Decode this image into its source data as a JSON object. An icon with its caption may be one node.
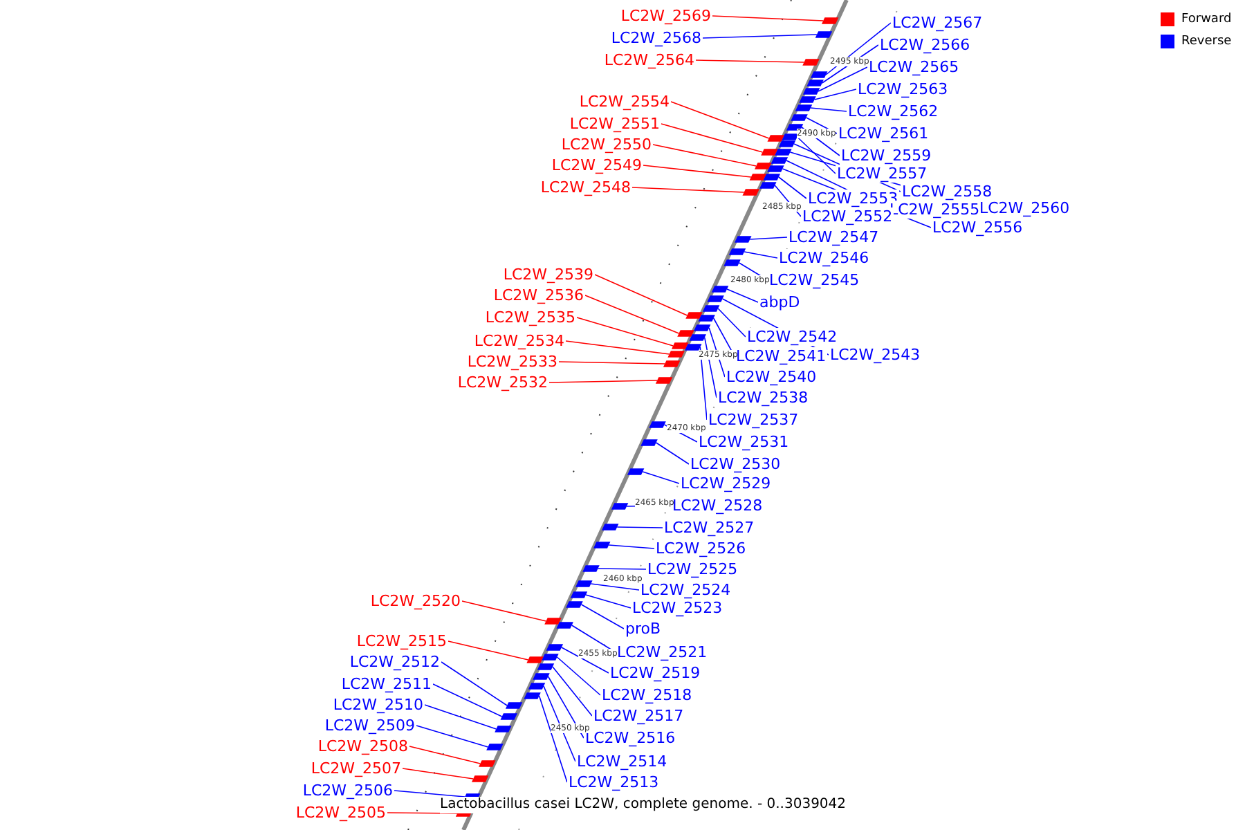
{
  "diagram": {
    "caption": "Lactobacillus casei LC2W, complete genome. - 0..3039042",
    "nodes": [
      {
        "text": [
          "LC2W_2569"
        ]
      },
      {
        "text": [
          "LC2W_2568"
        ]
      },
      {
        "text": [
          "LC2W_2564"
        ]
      },
      {
        "text": [
          "LC2W_2554"
        ]
      },
      {
        "text": [
          "LC2W_2551"
        ]
      },
      {
        "text": [
          "LC2W_2550"
        ]
      },
      {
        "text": [
          "LC2W_2549"
        ]
      },
      {
        "text": [
          "LC2W_2548"
        ]
      },
      {
        "text": [
          "LC2W_2539"
        ]
      },
      {
        "text": [
          "LC2W_2536"
        ]
      },
      {
        "text": [
          "LC2W_2535"
        ]
      },
      {
        "text": [
          "LC2W_2534"
        ]
      },
      {
        "text": [
          "LC2W_2533"
        ]
      },
      {
        "text": [
          "LC2W_2532"
        ]
      },
      {
        "text": [
          "LC2W_2520"
        ]
      },
      {
        "text": [
          "LC2W_2515"
        ]
      },
      {
        "text": [
          "LC2W_2512"
        ]
      },
      {
        "text": [
          "LC2W_2511"
        ]
      },
      {
        "text": [
          "LC2W_2510"
        ]
      },
      {
        "text": [
          "LC2W_2509"
        ]
      },
      {
        "text": [
          "LC2W_2508"
        ]
      },
      {
        "text": [
          "LC2W_2507"
        ]
      },
      {
        "text": [
          "LC2W_2506"
        ]
      },
      {
        "text": [
          "LC2W_2505"
        ]
      },
      {
        "text": [
          "LC2W_2567"
        ]
      },
      {
        "text": [
          "LC2W_2566"
        ]
      },
      {
        "text": [
          "LC2W_2565"
        ]
      },
      {
        "text": [
          "LC2W_2563"
        ]
      },
      {
        "text": [
          "LC2W_2562"
        ]
      },
      {
        "text": [
          "LC2W_2561"
        ]
      },
      {
        "text": [
          "LC2W_2559"
        ]
      },
      {
        "text": [
          "LC2W_2557"
        ]
      },
      {
        "text": [
          "LC2W_2558"
        ]
      },
      {
        "text": [
          "LC2W_2560"
        ]
      },
      {
        "text": [
          "LC2W_2553"
        ]
      },
      {
        "text": [
          "LC2W_2555"
        ]
      },
      {
        "text": [
          "LC2W_2552"
        ]
      },
      {
        "text": [
          "LC2W_2556"
        ]
      },
      {
        "text": [
          "LC2W_2547"
        ]
      },
      {
        "text": [
          "LC2W_2546"
        ]
      },
      {
        "text": [
          "LC2W_2545"
        ]
      },
      {
        "text": [
          "abpD"
        ]
      },
      {
        "text": [
          "LC2W_2542"
        ]
      },
      {
        "text": [
          "LC2W_2543"
        ]
      },
      {
        "text": [
          "LC2W_2541"
        ]
      },
      {
        "text": [
          "LC2W_2540"
        ]
      },
      {
        "text": [
          "LC2W_2538"
        ]
      },
      {
        "text": [
          "LC2W_2537"
        ]
      },
      {
        "text": [
          "LC2W_2531"
        ]
      },
      {
        "text": [
          "LC2W_2530"
        ]
      },
      {
        "text": [
          "LC2W_2529"
        ]
      },
      {
        "text": [
          "LC2W_2528"
        ]
      },
      {
        "text": [
          "LC2W_2527"
        ]
      },
      {
        "text": [
          "LC2W_2526"
        ]
      },
      {
        "text": [
          "LC2W_2525"
        ]
      },
      {
        "text": [
          "LC2W_2524"
        ]
      },
      {
        "text": [
          "LC2W_2523"
        ]
      },
      {
        "text": [
          "proB"
        ]
      },
      {
        "text": [
          "LC2W_2521"
        ]
      },
      {
        "text": [
          "LC2W_2519"
        ]
      },
      {
        "text": [
          "LC2W_2518"
        ]
      },
      {
        "text": [
          "LC2W_2517"
        ]
      },
      {
        "text": [
          "LC2W_2516"
        ]
      },
      {
        "text": [
          "LC2W_2514"
        ]
      },
      {
        "text": [
          "LC2W_2513"
        ]
      },
      {
        "text": [],
        "shape": "box"
      },
      {
        "text": [],
        "shape": "box"
      },
      {
        "text": [],
        "shape": "box"
      },
      {
        "text": [],
        "shape": "box"
      },
      {
        "text": [],
        "shape": "box"
      },
      {
        "text": [],
        "shape": "box"
      },
      {
        "text": [],
        "shape": "box"
      },
      {
        "text": [],
        "shape": "box"
      },
      {
        "text": [],
        "shape": "box"
      },
      {
        "text": [],
        "shape": "box"
      },
      {
        "text": [],
        "shape": "box"
      },
      {
        "text": [],
        "shape": "box"
      },
      {
        "text": [],
        "shape": "box"
      },
      {
        "text": [],
        "shape": "box"
      },
      {
        "text": [],
        "shape": "box"
      },
      {
        "text": [],
        "shape": "box"
      },
      {
        "text": [],
        "shape": "box"
      },
      {
        "text": [],
        "shape": "box"
      },
      {
        "text": [],
        "shape": "box"
      },
      {
        "text": [],
        "shape": "box"
      },
      {
        "text": [],
        "shape": "box"
      },
      {
        "text": [],
        "shape": "box"
      },
      {
        "text": [],
        "shape": "box"
      },
      {
        "text": [],
        "shape": "box"
      },
      {
        "text": [],
        "shape": "box"
      },
      {
        "text": [],
        "shape": "box"
      },
      {
        "text": [],
        "shape": "box"
      },
      {
        "text": [],
        "shape": "box"
      },
      {
        "text": [],
        "shape": "box"
      },
      {
        "text": [],
        "shape": "box"
      },
      {
        "text": [],
        "shape": "box"
      },
      {
        "text": [],
        "shape": "box"
      },
      {
        "text": [],
        "shape": "box"
      },
      {
        "text": [],
        "shape": "box"
      },
      {
        "text": [],
        "shape": "box"
      },
      {
        "text": [],
        "shape": "box"
      },
      {
        "text": [],
        "shape": "box"
      },
      {
        "text": [],
        "shape": "box"
      },
      {
        "text": [],
        "shape": "box"
      },
      {
        "text": [],
        "shape": "box"
      },
      {
        "text": [],
        "shape": "box"
      },
      {
        "text": [],
        "shape": "box"
      },
      {
        "text": [],
        "shape": "box"
      },
      {
        "text": [],
        "shape": "box"
      },
      {
        "text": [],
        "shape": "box"
      },
      {
        "text": [],
        "shape": "box"
      },
      {
        "text": [],
        "shape": "box"
      },
      {
        "text": [],
        "shape": "box"
      },
      {
        "text": [],
        "shape": "box"
      },
      {
        "text": [],
        "shape": "box"
      },
      {
        "text": [],
        "shape": "box"
      },
      {
        "text": [],
        "shape": "box"
      },
      {
        "text": [],
        "shape": "box"
      },
      {
        "text": [],
        "shape": "box"
      },
      {
        "text": [],
        "shape": "box"
      },
      {
        "text": [],
        "shape": "box"
      },
      {
        "text": [],
        "shape": "box"
      },
      {
        "text": [],
        "shape": "box"
      },
      {
        "text": [],
        "shape": "box"
      },
      {
        "text": [],
        "shape": "box"
      },
      {
        "text": [],
        "shape": "box"
      },
      {
        "text": [],
        "shape": "box"
      },
      {
        "text": [],
        "shape": "box"
      },
      {
        "text": [],
        "shape": "box"
      },
      {
        "text": [],
        "shape": "box"
      }
    ],
    "edges": [
      {
        "from": 0,
        "to": 65,
        "arrow": "none",
        "color": "#ff0000"
      },
      {
        "from": 1,
        "to": 66,
        "arrow": "none"
      },
      {
        "from": 2,
        "to": 67,
        "arrow": "none",
        "color": "#ff0000"
      },
      {
        "from": 3,
        "to": 68,
        "arrow": "none",
        "color": "#ff0000"
      },
      {
        "from": 4,
        "to": 69,
        "arrow": "none",
        "color": "#ff0000"
      },
      {
        "from": 5,
        "to": 70,
        "arrow": "none",
        "color": "#ff0000"
      },
      {
        "from": 6,
        "to": 71,
        "arrow": "none",
        "color": "#ff0000"
      },
      {
        "from": 7,
        "to": 72,
        "arrow": "none",
        "color": "#ff0000"
      },
      {
        "from": 8,
        "to": 73,
        "arrow": "none",
        "color": "#ff0000"
      },
      {
        "from": 9,
        "to": 74,
        "arrow": "none",
        "color": "#ff0000"
      },
      {
        "from": 10,
        "to": 75,
        "arrow": "none",
        "color": "#ff0000"
      },
      {
        "from": 11,
        "to": 76,
        "arrow": "none",
        "color": "#ff0000"
      },
      {
        "from": 12,
        "to": 77,
        "arrow": "none",
        "color": "#ff0000"
      },
      {
        "from": 13,
        "to": 78,
        "arrow": "none",
        "color": "#ff0000"
      },
      {
        "from": 14,
        "to": 79,
        "arrow": "none",
        "color": "#ff0000"
      },
      {
        "from": 15,
        "to": 80,
        "arrow": "none",
        "color": "#ff0000"
      },
      {
        "from": 16,
        "to": 81,
        "arrow": "none"
      },
      {
        "from": 17,
        "to": 82,
        "arrow": "none"
      },
      {
        "from": 18,
        "to": 83,
        "arrow": "none"
      },
      {
        "from": 19,
        "to": 84,
        "arrow": "none"
      },
      {
        "from": 20,
        "to": 85,
        "arrow": "none",
        "color": "#ff0000"
      },
      {
        "from": 21,
        "to": 86,
        "arrow": "none",
        "color": "#ff0000"
      },
      {
        "from": 22,
        "to": 87,
        "arrow": "none"
      },
      {
        "from": 23,
        "to": 88,
        "arrow": "none",
        "color": "#ff0000"
      },
      {
        "from": 24,
        "to": 89,
        "arrow": "none"
      },
      {
        "from": 25,
        "to": 90,
        "arrow": "none"
      },
      {
        "from": 26,
        "to": 91,
        "arrow": "none"
      },
      {
        "from": 27,
        "to": 92,
        "arrow": "none"
      },
      {
        "from": 28,
        "to": 93,
        "arrow": "none"
      },
      {
        "from": 29,
        "to": 94,
        "arrow": "none"
      },
      {
        "from": 30,
        "to": 95,
        "arrow": "none"
      },
      {
        "from": 31,
        "to": 96,
        "arrow": "none"
      },
      {
        "from": 32,
        "to": 97,
        "arrow": "none"
      },
      {
        "from": 33,
        "to": 98,
        "arrow": "none"
      },
      {
        "from": 34,
        "to": 99,
        "arrow": "none"
      },
      {
        "from": 35,
        "to": 100,
        "arrow": "none"
      },
      {
        "from": 36,
        "to": 101,
        "arrow": "none"
      },
      {
        "from": 37,
        "to": 102,
        "arrow": "none"
      },
      {
        "from": 38,
        "to": 103,
        "arrow": "none"
      },
      {
        "from": 39,
        "to": 104,
        "arrow": "none"
      },
      {
        "from": 40,
        "to": 105,
        "arrow": "none"
      },
      {
        "from": 41,
        "to": 106,
        "arrow": "none"
      },
      {
        "from": 42,
        "to": 107,
        "arrow": "none"
      },
      {
        "from": 43,
        "to": 108,
        "arrow": "none"
      },
      {
        "from": 44,
        "to": 109,
        "arrow": "none"
      },
      {
        "from": 45,
        "to": 110,
        "arrow": "none"
      },
      {
        "from": 46,
        "to": 111,
        "arrow": "none"
      },
      {
        "from": 47,
        "to": 112,
        "arrow": "none"
      },
      {
        "from": 48,
        "to": 113,
        "arrow": "none"
      },
      {
        "from": 49,
        "to": 114,
        "arrow": "none"
      },
      {
        "from": 50,
        "to": 115,
        "arrow": "none"
      },
      {
        "from": 51,
        "to": 116,
        "arrow": "none"
      },
      {
        "from": 52,
        "to": 117,
        "arrow": "none"
      },
      {
        "from": 53,
        "to": 118,
        "arrow": "none"
      },
      {
        "from": 54,
        "to": 119,
        "arrow": "none"
      },
      {
        "from": 55,
        "to": 120,
        "arrow": "none"
      },
      {
        "from": 56,
        "to": 121,
        "arrow": "none"
      },
      {
        "from": 57,
        "to": 122,
        "arrow": "none"
      },
      {
        "from": 58,
        "to": 123,
        "arrow": "none"
      },
      {
        "from": 59,
        "to": 124,
        "arrow": "none"
      },
      {
        "from": 60,
        "to": 125,
        "arrow": "none"
      },
      {
        "from": 61,
        "to": 126,
        "arrow": "none"
      },
      {
        "from": 62,
        "to": 127,
        "arrow": "none"
      },
      {
        "from": 63,
        "to": 128,
        "arrow": "none"
      },
      {
        "from": 64,
        "to": 129,
        "arrow": "none"
      }
    ],
    "labels": [
      "2495 kbp",
      "2490 kbp",
      "2485 kbp",
      "2480 kbp",
      "2475 kbp",
      "2470 kbp",
      "2465 kbp",
      "2460 kbp",
      "2455 kbp",
      "2450 kbp"
    ],
    "legend": [
      {
        "text": "Forward",
        "color": "#ff0000"
      },
      {
        "text": "Reverse",
        "color": "#0000ff"
      }
    ]
  }
}
